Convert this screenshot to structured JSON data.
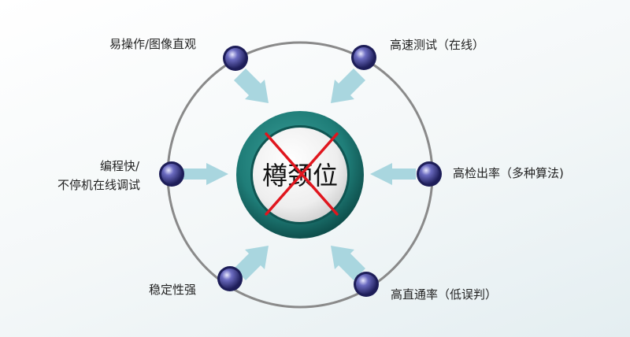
{
  "center": {
    "label": "樽颈位",
    "cross_color": "#e0161e",
    "ring_color": "#1f7d78"
  },
  "features": [
    {
      "id": "easy-operation",
      "label": "易操作/图像直观"
    },
    {
      "id": "high-speed-test",
      "label": "高速测试（在线）"
    },
    {
      "id": "fast-programming",
      "label": "编程快/",
      "label2": "不停机在线调试"
    },
    {
      "id": "high-detection-rate",
      "label": "高检出率（多种算法)"
    },
    {
      "id": "stability",
      "label": "稳定性强"
    },
    {
      "id": "high-pass-rate",
      "label": "高直通率（低误判）"
    }
  ],
  "colors": {
    "orbit": "#8a8a8a",
    "arrow": "#a9d6df",
    "node": "#5b5aa6",
    "node_dark": "#242466"
  }
}
